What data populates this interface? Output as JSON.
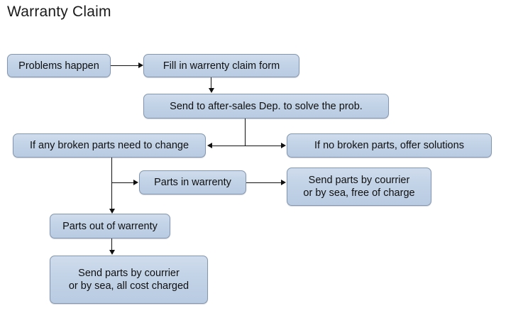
{
  "diagram": {
    "title": "Warranty Claim",
    "background_color": "#ffffff",
    "node_fill_color": "#c2d3e7",
    "node_border_color": "#8496ad",
    "edge_color": "#111111",
    "text_color": "#101010",
    "nodes": [
      {
        "id": "problems_happen",
        "label": "Problems happen"
      },
      {
        "id": "fill_form",
        "label": "Fill in warrenty claim form"
      },
      {
        "id": "send_after_sales",
        "label": "Send to after-sales Dep. to solve the prob."
      },
      {
        "id": "broken_parts_change",
        "label": "If any broken parts need to change"
      },
      {
        "id": "no_broken_parts",
        "label": "If no broken parts, offer solutions"
      },
      {
        "id": "parts_in_warrenty",
        "label": "Parts in warrenty"
      },
      {
        "id": "send_free",
        "label": "Send parts by courrier\nor by sea, free of charge"
      },
      {
        "id": "parts_out_warrenty",
        "label": "Parts out of warrenty"
      },
      {
        "id": "send_charged",
        "label": "Send parts by courrier\nor by sea, all cost charged"
      }
    ],
    "edges": [
      {
        "from": "problems_happen",
        "to": "fill_form",
        "direction": "right"
      },
      {
        "from": "fill_form",
        "to": "send_after_sales",
        "direction": "down"
      },
      {
        "from": "send_after_sales",
        "to": "broken_parts_change",
        "direction": "left"
      },
      {
        "from": "send_after_sales",
        "to": "no_broken_parts",
        "direction": "right"
      },
      {
        "from": "broken_parts_change",
        "to": "parts_in_warrenty",
        "direction": "right"
      },
      {
        "from": "broken_parts_change",
        "to": "parts_out_warrenty",
        "direction": "down"
      },
      {
        "from": "parts_in_warrenty",
        "to": "send_free",
        "direction": "right"
      },
      {
        "from": "parts_out_warrenty",
        "to": "send_charged",
        "direction": "down"
      }
    ]
  }
}
